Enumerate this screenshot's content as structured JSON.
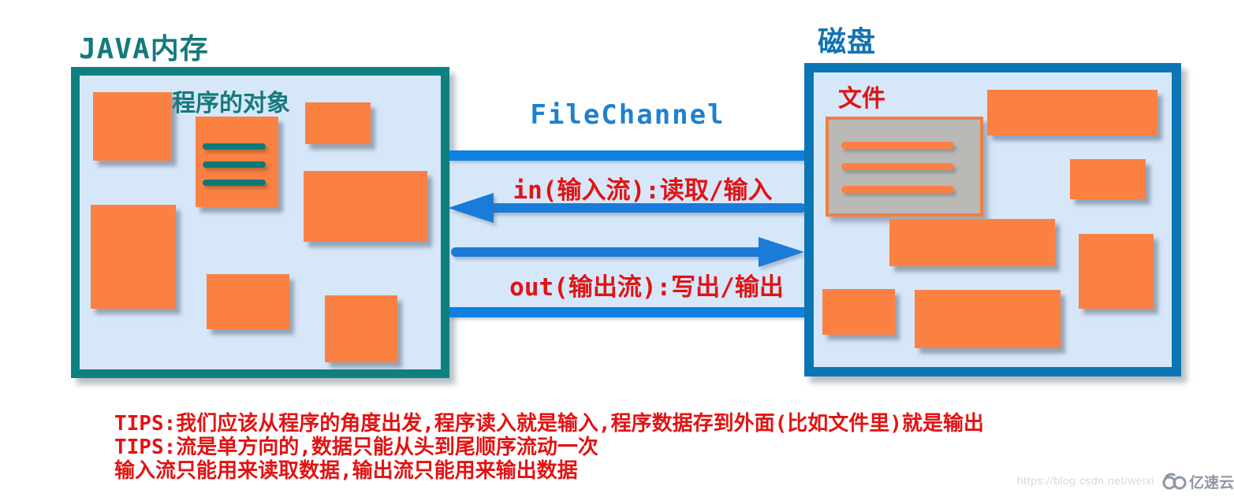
{
  "diagram": {
    "left_panel": {
      "title": "JAVA内存",
      "label": "程序的对象"
    },
    "right_panel": {
      "title": "磁盘",
      "label": "文件"
    },
    "channel": {
      "title": "FileChannel",
      "in_label": "in(输入流):读取/输入",
      "out_label": "out(输出流):写出/输出"
    },
    "tips": [
      "TIPS:我们应该从程序的角度出发,程序读入就是输入,程序数据存到外面(比如文件里)就是输出",
      "TIPS:流是单方向的,数据只能从头到尾顺序流动一次",
      "输入流只能用来读取数据,输出流只能用来输出数据"
    ],
    "watermark": {
      "url": "https://blog.csdn.net/weixi",
      "brand": "亿速云"
    },
    "colors": {
      "teal_border": "#0d8181",
      "teal_text": "#147a7c",
      "disk_border": "#0c76b4",
      "disk_title": "#1173b3",
      "channel_bar_blue": "#0e80e2",
      "arrow_blue": "#1a7bd8",
      "filechannel_blue": "#1f80d0",
      "panel_fill": "#d7e7fa",
      "orange_block": "#fb8143",
      "red_text": "#e21313",
      "file_gray": "#bab9b6"
    }
  }
}
